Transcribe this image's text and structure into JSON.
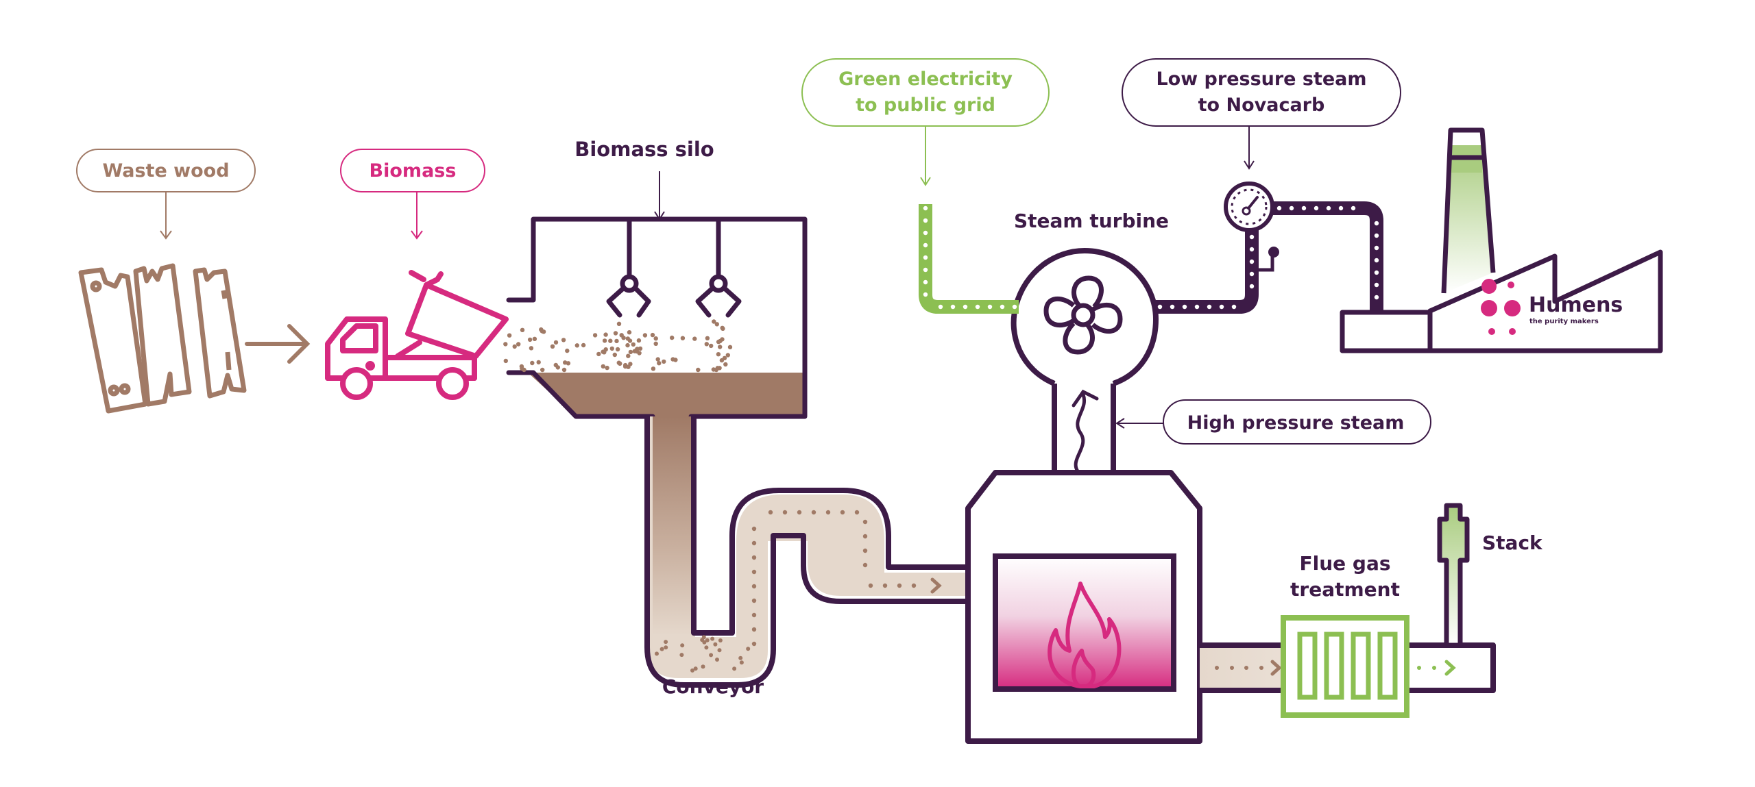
{
  "colors": {
    "purple": "#3d1b47",
    "wood_brown": "#a17a66",
    "magenta": "#d62a7f",
    "green": "#8cbf52",
    "sand": "#e5d8cc",
    "brown_fill": "#a07a66"
  },
  "labels": {
    "waste_wood": "Waste wood",
    "biomass": "Biomass",
    "biomass_silo": "Biomass silo",
    "green_electricity_line1": "Green electricity",
    "green_electricity_line2": "to public grid",
    "low_pressure_line1": "Low pressure steam",
    "low_pressure_line2": "to Novacarb",
    "steam_turbine": "Steam turbine",
    "high_pressure_steam": "High pressure steam",
    "conveyor": "Conveyor",
    "flue_gas_line1": "Flue gas",
    "flue_gas_line2": "treatment",
    "stack": "Stack"
  },
  "logo": {
    "name": "Humens",
    "tagline": "the purity makers"
  },
  "icons": {
    "waste_wood": "wooden-planks-icon",
    "truck": "dump-truck-icon",
    "silo": "silo-with-grabbers-icon",
    "turbine": "fan-turbine-icon",
    "gauge": "pressure-gauge-icon",
    "boiler": "boiler-flame-icon",
    "filter": "flue-gas-filter-icon",
    "stack": "chimney-stack-icon",
    "factory": "factory-icon"
  }
}
